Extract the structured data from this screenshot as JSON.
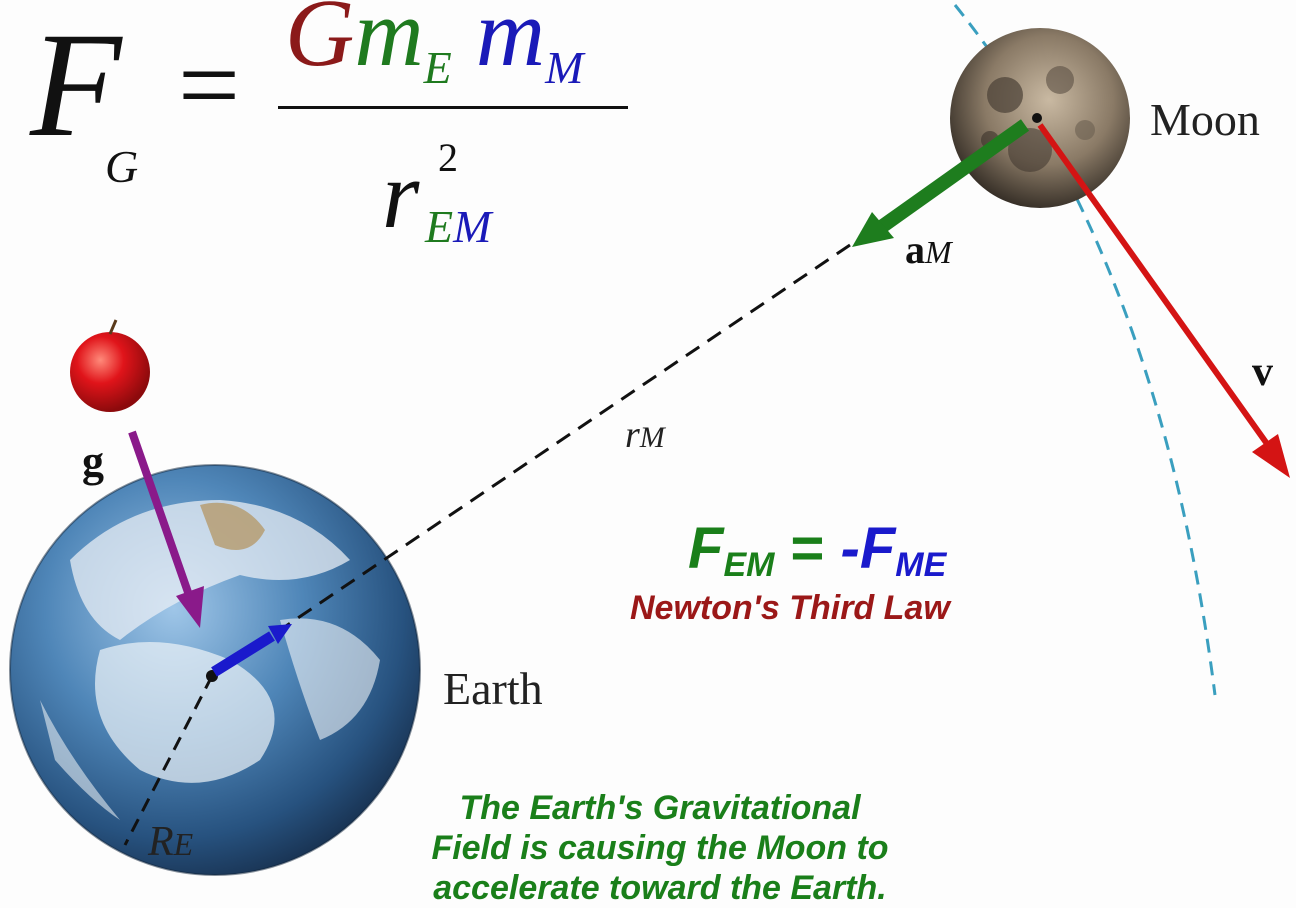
{
  "formula": {
    "lhs": "F",
    "lhs_sub": "G",
    "equals": "=",
    "num_G": "G",
    "num_m1": "m",
    "num_m1_sub": "E",
    "num_m2": "m",
    "num_m2_sub": "M",
    "den_r": "r",
    "den_exp": "2",
    "den_sub_E": "E",
    "den_sub_M": "M"
  },
  "labels": {
    "moon": "Moon",
    "earth": "Earth",
    "acc_a": "a",
    "acc_sub": "M",
    "velocity": "v",
    "gravity": "g",
    "r_main": "r",
    "r_sub": "M",
    "radius": "R",
    "radius_sub": "E"
  },
  "newton": {
    "f1": "F",
    "f1_sub": "EM",
    "eq": " = ",
    "f2": "-F",
    "f2_sub": "ME",
    "title": "Newton's Third Law"
  },
  "caption": {
    "line1": "The Earth's Gravitational",
    "line2": "Field is causing the Moon to",
    "line3": "accelerate toward the Earth."
  },
  "colors": {
    "green": "#1a7f1a",
    "blue": "#1a1acc",
    "red": "#9b1818",
    "velocity_arrow": "#d41414",
    "gravity_arrow": "#8a1a8a",
    "accel_arrow": "#1e7d1e",
    "orbit": "#3a9fbf"
  }
}
